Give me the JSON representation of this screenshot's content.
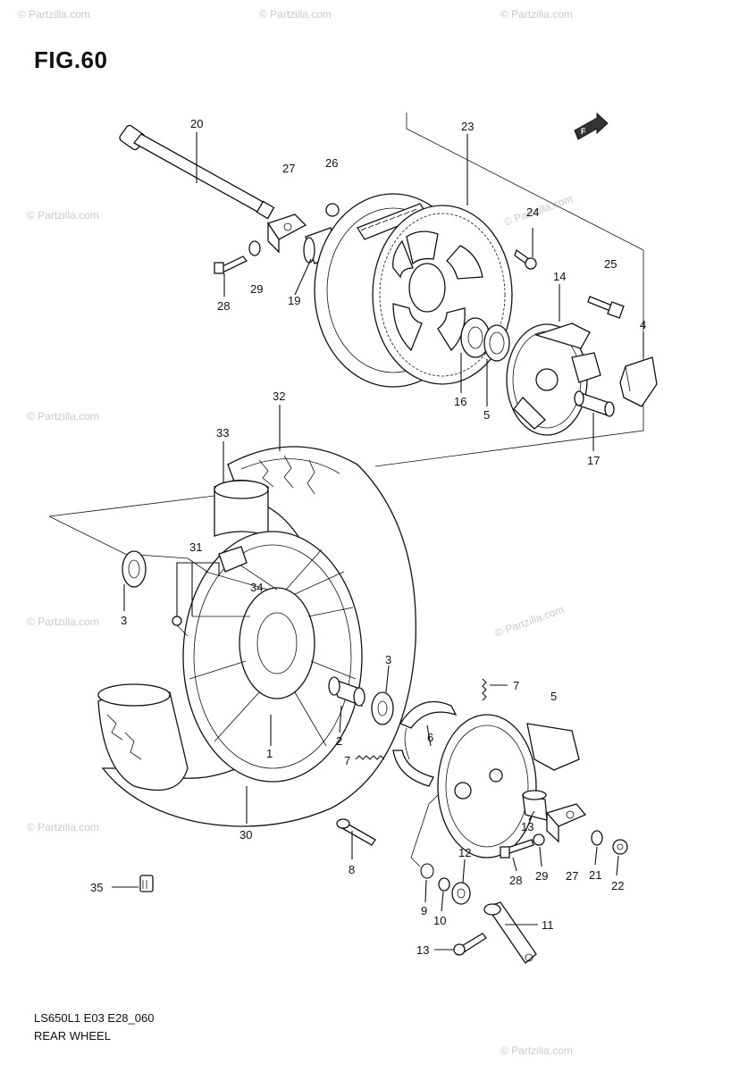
{
  "figure_title": "FIG.60",
  "footer_code": "LS650L1 E03 E28_060",
  "footer_title": "REAR WHEEL",
  "direction_badge": "F",
  "watermarks": [
    {
      "text": "© Partzilla.com"
    },
    {
      "text": "© Partzilla.com"
    },
    {
      "text": "© Partzilla.com"
    },
    {
      "text": "© Partzilla.com"
    },
    {
      "text": "© Partzilla.com"
    },
    {
      "text": "© Partzilla.com"
    },
    {
      "text": "© Partzilla.com"
    },
    {
      "text": "© Partzilla.com"
    }
  ],
  "callouts": [
    {
      "id": "c20",
      "text": "20"
    },
    {
      "id": "c23",
      "text": "23"
    },
    {
      "id": "c27a",
      "text": "27"
    },
    {
      "id": "c26",
      "text": "26"
    },
    {
      "id": "c24",
      "text": "24"
    },
    {
      "id": "c25",
      "text": "25"
    },
    {
      "id": "c14",
      "text": "14"
    },
    {
      "id": "c28a",
      "text": "28"
    },
    {
      "id": "c29a",
      "text": "29"
    },
    {
      "id": "c19",
      "text": "19"
    },
    {
      "id": "c16",
      "text": "16"
    },
    {
      "id": "c5a",
      "text": "5"
    },
    {
      "id": "c4",
      "text": "4"
    },
    {
      "id": "c17",
      "text": "17"
    },
    {
      "id": "c32",
      "text": "32"
    },
    {
      "id": "c33",
      "text": "33"
    },
    {
      "id": "c31",
      "text": "31"
    },
    {
      "id": "c34",
      "text": "34"
    },
    {
      "id": "c3a",
      "text": "3"
    },
    {
      "id": "c3b",
      "text": "3"
    },
    {
      "id": "c7a",
      "text": "7"
    },
    {
      "id": "c5b",
      "text": "5"
    },
    {
      "id": "c1",
      "text": "1"
    },
    {
      "id": "c6",
      "text": "6"
    },
    {
      "id": "c2",
      "text": "2"
    },
    {
      "id": "c7b",
      "text": "7"
    },
    {
      "id": "c30",
      "text": "30"
    },
    {
      "id": "c8",
      "text": "8"
    },
    {
      "id": "c12",
      "text": "12"
    },
    {
      "id": "c13a",
      "text": "13"
    },
    {
      "id": "c28b",
      "text": "28"
    },
    {
      "id": "c29b",
      "text": "29"
    },
    {
      "id": "c27b",
      "text": "27"
    },
    {
      "id": "c21",
      "text": "21"
    },
    {
      "id": "c22",
      "text": "22"
    },
    {
      "id": "c35",
      "text": "35"
    },
    {
      "id": "c9",
      "text": "9"
    },
    {
      "id": "c10",
      "text": "10"
    },
    {
      "id": "c11",
      "text": "11"
    },
    {
      "id": "c13b",
      "text": "13"
    }
  ]
}
